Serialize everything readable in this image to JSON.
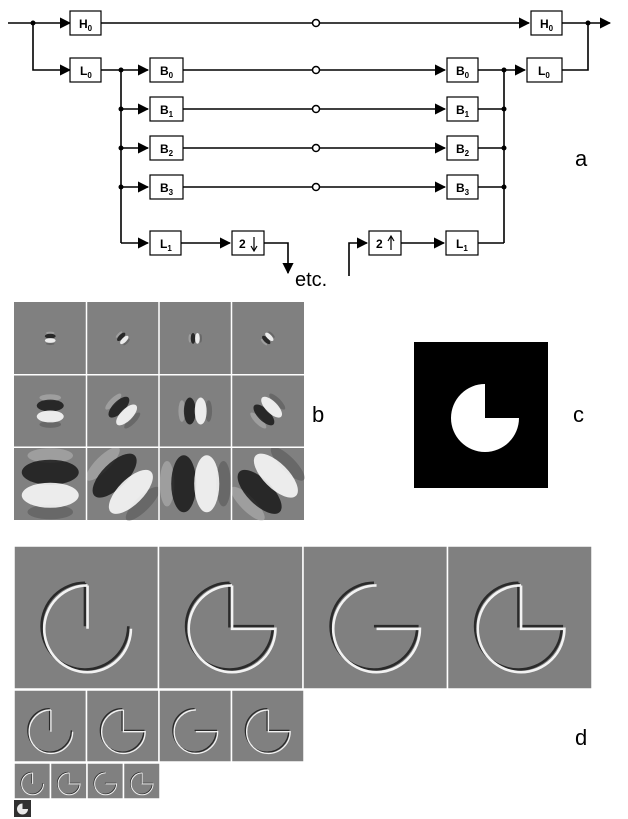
{
  "filter_diagram": {
    "highpass_in": "H",
    "highpass_in_sub": "0",
    "highpass_out": "H",
    "highpass_out_sub": "0",
    "lowpass_in": "L",
    "lowpass_in_sub": "0",
    "lowpass_out": "L",
    "lowpass_out_sub": "0",
    "bands": [
      {
        "label": "B",
        "sub": "0"
      },
      {
        "label": "B",
        "sub": "1"
      },
      {
        "label": "B",
        "sub": "2"
      },
      {
        "label": "B",
        "sub": "3"
      }
    ],
    "lowpass1_in": "L",
    "lowpass1_in_sub": "1",
    "lowpass1_out": "L",
    "lowpass1_out_sub": "1",
    "downsample": "2",
    "upsample": "2",
    "etc": "etc."
  },
  "panel_labels": {
    "a": "a",
    "b": "b",
    "c": "c",
    "d": "d"
  },
  "colors": {
    "background": "#ffffff",
    "line": "#000000",
    "neutral_gray": "#808080"
  }
}
